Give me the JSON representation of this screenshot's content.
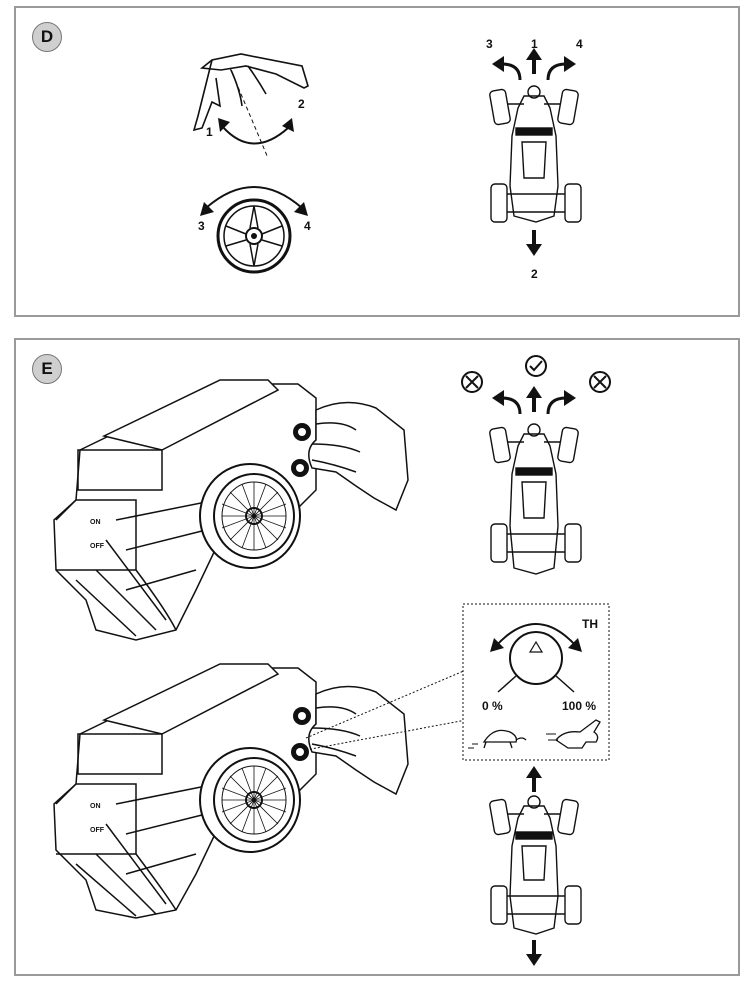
{
  "panels": [
    {
      "badge": "D"
    },
    {
      "badge": "E"
    }
  ],
  "panel_d": {
    "spoiler_arrow_labels": [
      "1",
      "2"
    ],
    "wheel_arrow_labels": [
      "3",
      "4"
    ],
    "car_direction_labels": {
      "left": "3",
      "forward": "1",
      "right": "4",
      "back": "2"
    }
  },
  "panel_e": {
    "trim_labels": {
      "th": "TH",
      "min": "0 %",
      "max": "100 %"
    },
    "switch_labels": {
      "on": "ON",
      "off": "OFF"
    },
    "direction_marks": {
      "left": "cross-circle-icon",
      "forward": "check-circle-icon",
      "right": "cross-circle-icon"
    },
    "speed_icons": {
      "slow": "turtle-icon",
      "fast": "rabbit-icon"
    }
  }
}
